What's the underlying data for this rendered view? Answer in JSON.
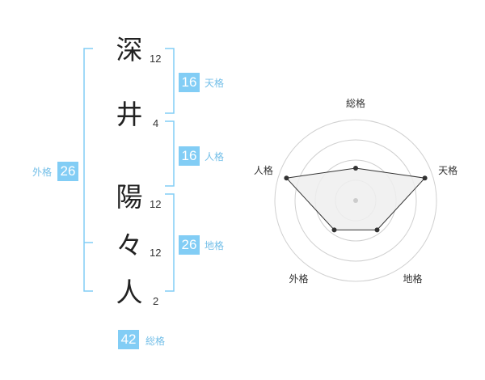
{
  "name": {
    "characters": [
      {
        "char": "深",
        "strokes": "12"
      },
      {
        "char": "井",
        "strokes": "4"
      },
      {
        "char": "陽",
        "strokes": "12"
      },
      {
        "char": "々",
        "strokes": "12"
      },
      {
        "char": "人",
        "strokes": "2"
      }
    ]
  },
  "fortune": {
    "tenkaku": {
      "value": "16",
      "label": "天格"
    },
    "jinkaku": {
      "value": "16",
      "label": "人格"
    },
    "chikaku": {
      "value": "26",
      "label": "地格"
    },
    "gaikaku": {
      "value": "26",
      "label": "外格"
    },
    "soukaku": {
      "value": "42",
      "label": "総格"
    }
  },
  "chart_data": {
    "type": "radar",
    "axes": [
      "総格",
      "天格",
      "地格",
      "外格",
      "人格"
    ],
    "values": [
      0.4,
      0.9,
      0.45,
      0.45,
      0.9
    ],
    "range": [
      0,
      1
    ],
    "rings": 4,
    "colors": {
      "fill": "#eeeeee",
      "stroke": "#333333",
      "grid": "#d0d0d0",
      "point": "#333333"
    }
  },
  "colors": {
    "accent": "#82cdf5",
    "bracket": "#82cdf5",
    "label": "#74bfe8",
    "text": "#222222"
  }
}
